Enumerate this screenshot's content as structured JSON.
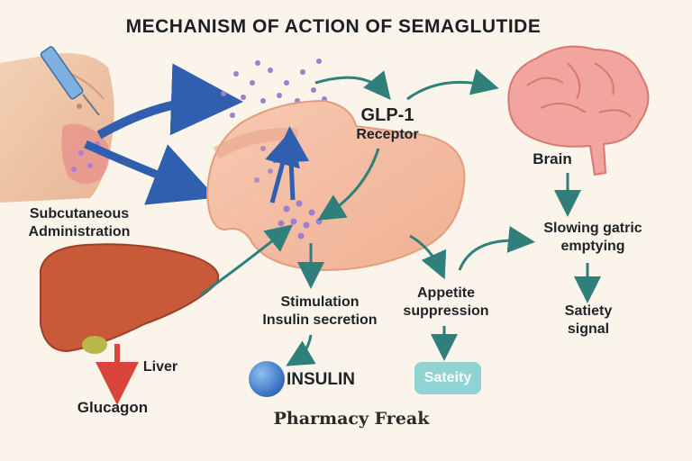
{
  "title": "MECHANISM OF ACTION OF SEMAGLUTIDE",
  "labels": {
    "subcutaneous": "Subcutaneous\nAdministration",
    "glp1": "GLP-1",
    "receptor": "Receptor",
    "brain": "Brain",
    "slowing": "Slowing gatric\nemptying",
    "satiety_signal": "Satiety\nsignal",
    "stimulation": "Stimulation\nInsulin secretion",
    "appetite": "Appetite\nsuppression",
    "liver": "Liver",
    "glucagon": "Glucagon",
    "insulin": "INSULIN",
    "sateity": "Sateity"
  },
  "brand": "Pharmacy Freak",
  "colors": {
    "background": "#fbf4ea",
    "pathway_arrow": "#2f7f7a",
    "injection_arrow": "#2f5fae",
    "glucagon_arrow": "#d9453a",
    "molecule": "#9b7fd0",
    "insulin_sphere": "#3f7fd0",
    "sateity_pill": "#8fd3d4"
  },
  "icons": [
    "syringe-icon",
    "brain-icon",
    "liver-icon",
    "pancreas-icon",
    "insulin-sphere-icon",
    "torso-icon"
  ]
}
